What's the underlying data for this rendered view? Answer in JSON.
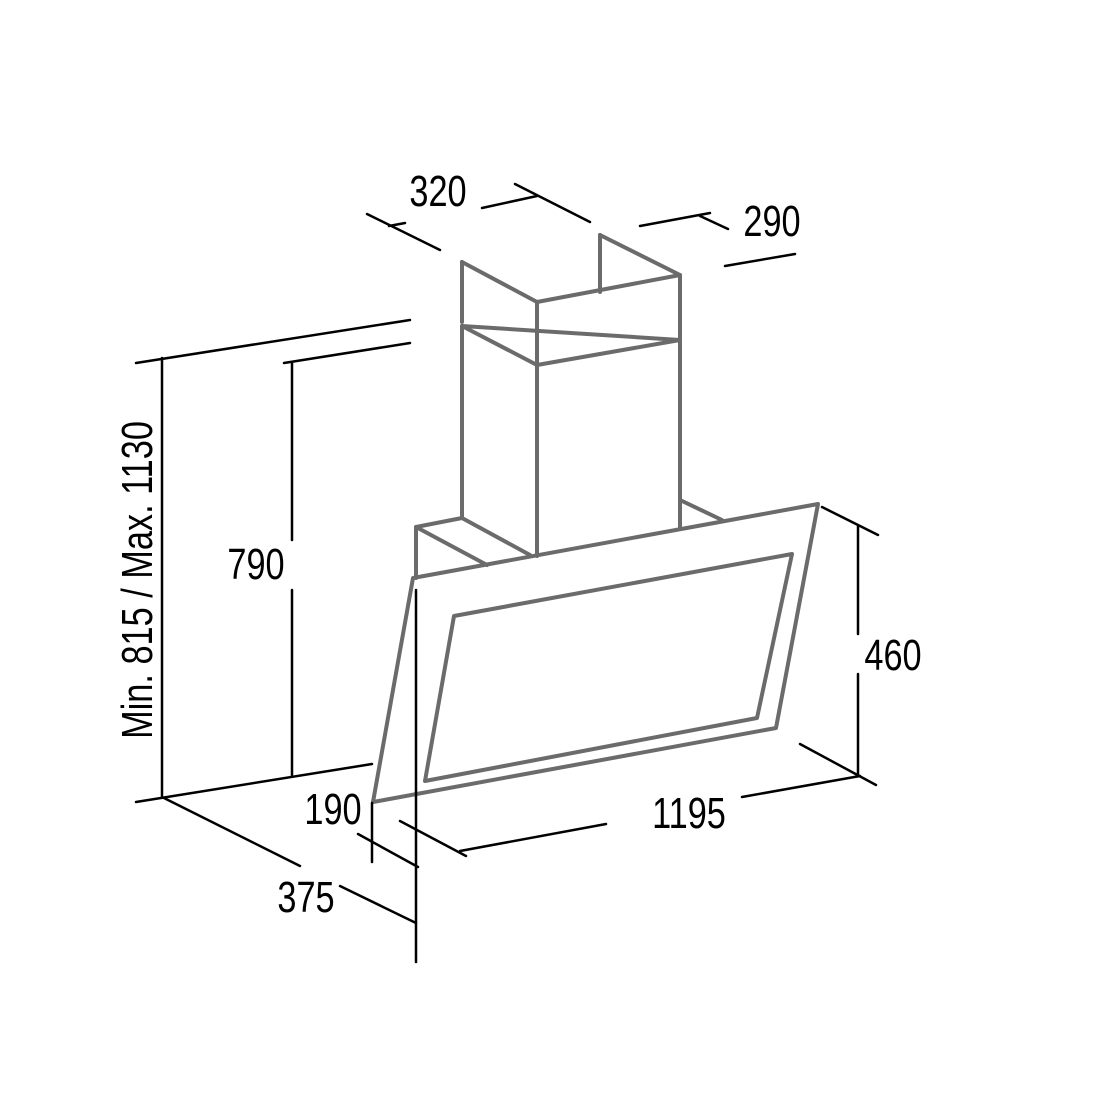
{
  "colors": {
    "body_outline": "#6b6b6b",
    "dimension_line": "#000000",
    "background": "#ffffff"
  },
  "dimensions": {
    "chimney_width": "320",
    "chimney_depth": "290",
    "min_max_height": "Min. 815 / Max. 1130",
    "chimney_height": "790",
    "glass_height": "460",
    "hood_width": "1195",
    "bottom_depth": "190",
    "total_depth": "375"
  }
}
